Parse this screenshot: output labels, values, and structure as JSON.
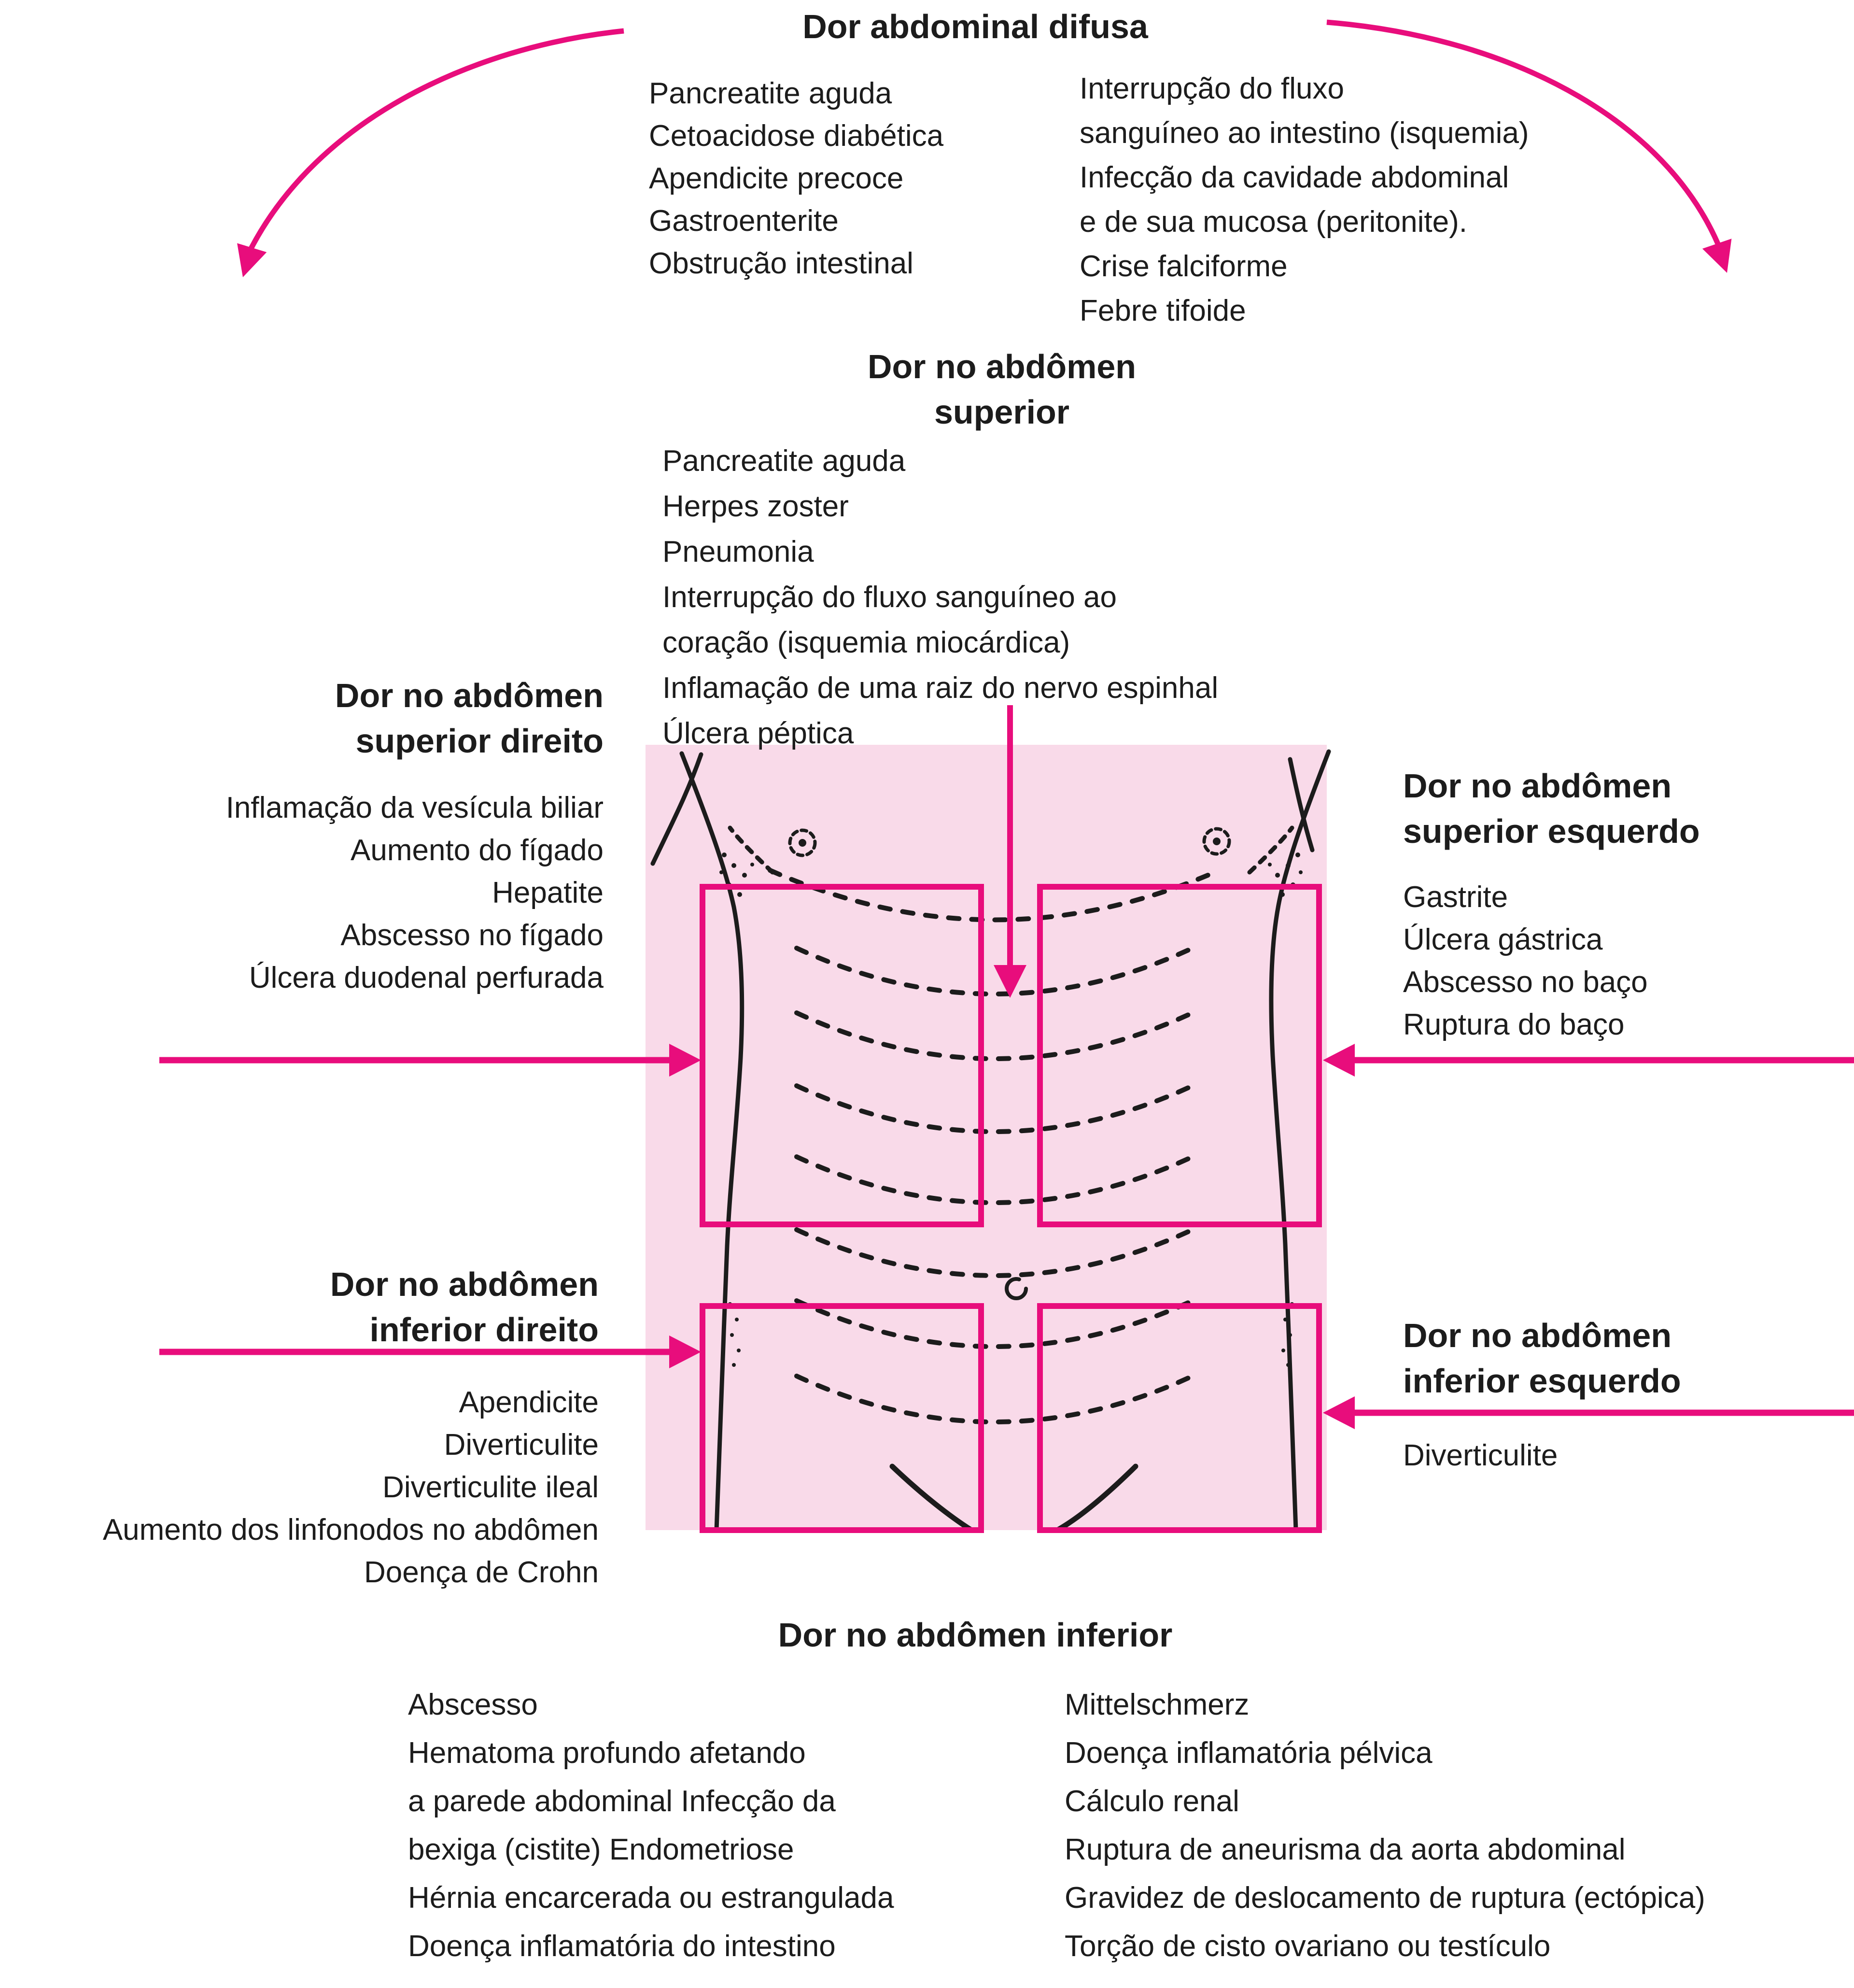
{
  "colors": {
    "accent_magenta": "#E80D7C",
    "panel_pink": "#F9DAE9",
    "ink_black": "#1C1C1C"
  },
  "title": "Dor abdominal difusa",
  "diffuse": {
    "col1": [
      "Pancreatite aguda",
      "Cetoacidose diabética",
      "Apendicite precoce",
      "Gastroenterite",
      "Obstrução intestinal"
    ],
    "col2": [
      "Interrupção do fluxo",
      "sanguíneo ao intestino (isquemia)",
      "Infecção da cavidade abdominal",
      "e de sua mucosa (peritonite).",
      "Crise falciforme",
      "Febre tifoide"
    ]
  },
  "upper_center": {
    "heading": [
      "Dor no abdômen",
      "superior"
    ],
    "items": [
      "Pancreatite aguda",
      "Herpes zoster",
      "Pneumonia",
      "Interrupção do fluxo sanguíneo ao",
      "coração (isquemia miocárdica)",
      "Inflamação de uma raiz do nervo espinhal",
      "Úlcera péptica"
    ]
  },
  "upper_right_quadrant": {
    "heading": [
      "Dor no abdômen",
      "superior direito"
    ],
    "items": [
      "Inflamação da vesícula biliar",
      "Aumento do fígado",
      "Hepatite",
      "Abscesso no fígado",
      "Úlcera duodenal perfurada"
    ]
  },
  "upper_left_quadrant": {
    "heading": [
      "Dor no abdômen",
      "superior esquerdo"
    ],
    "items": [
      "Gastrite",
      "Úlcera gástrica",
      "Abscesso no baço",
      "Ruptura do baço"
    ]
  },
  "lower_right_quadrant": {
    "heading": [
      "Dor no abdômen",
      "inferior direito"
    ],
    "items": [
      "Apendicite",
      "Diverticulite",
      "Diverticulite ileal",
      "Aumento dos linfonodos no abdômen",
      "Doença de Crohn"
    ]
  },
  "lower_left_quadrant": {
    "heading": [
      "Dor no abdômen",
      "inferior esquerdo"
    ],
    "items": [
      "Diverticulite"
    ]
  },
  "lower_center": {
    "heading": "Dor no abdômen inferior",
    "col1": [
      "Abscesso",
      "Hematoma profundo afetando",
      "a parede abdominal Infecção da",
      "bexiga (cistite) Endometriose",
      "Hérnia encarcerada ou estrangulada",
      "Doença inflamatória do intestino"
    ],
    "col2": [
      "Mittelschmerz",
      "Doença inflamatória pélvica",
      "Cálculo renal",
      "Ruptura de aneurisma da aorta abdominal",
      "Gravidez de deslocamento de ruptura (ectópica)",
      "Torção de cisto ovariano ou testículo"
    ]
  }
}
